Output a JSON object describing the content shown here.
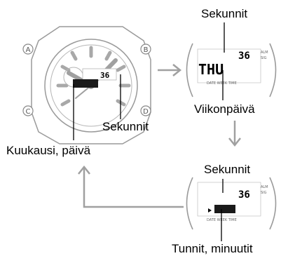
{
  "labels": {
    "seconds_main": "Sekunnit",
    "month_day": "Kuukausi, päivä",
    "seconds_top": "Sekunnit",
    "weekday": "Viikonpäivä",
    "seconds_bottom": "Sekunnit",
    "hours_minutes": "Tunnit, minuutit"
  },
  "buttons": {
    "a": "A",
    "b": "B",
    "c": "C",
    "d": "D"
  },
  "displays": {
    "main_seconds": "36",
    "top_seconds": "36",
    "top_weekday": "THU",
    "bottom_seconds": "36"
  },
  "colors": {
    "arrow": "#a0a0a0",
    "outline": "#9a9a9a",
    "ink": "#000000"
  },
  "icons": [
    "arrow-right-icon",
    "arrow-down-icon",
    "arrow-up-left-icon"
  ]
}
